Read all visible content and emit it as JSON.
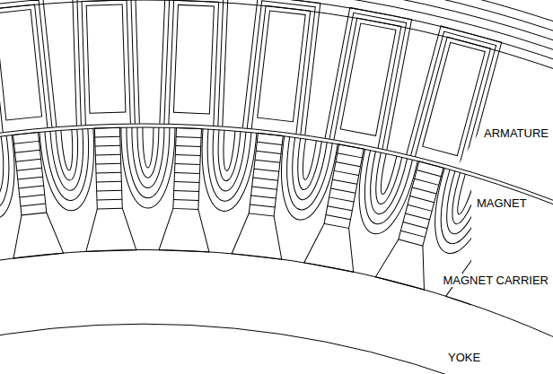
{
  "diagram": {
    "labels": [
      "ARMATURE",
      "MAGNET",
      "MAGNET CARRIER",
      "YOKE"
    ]
  }
}
